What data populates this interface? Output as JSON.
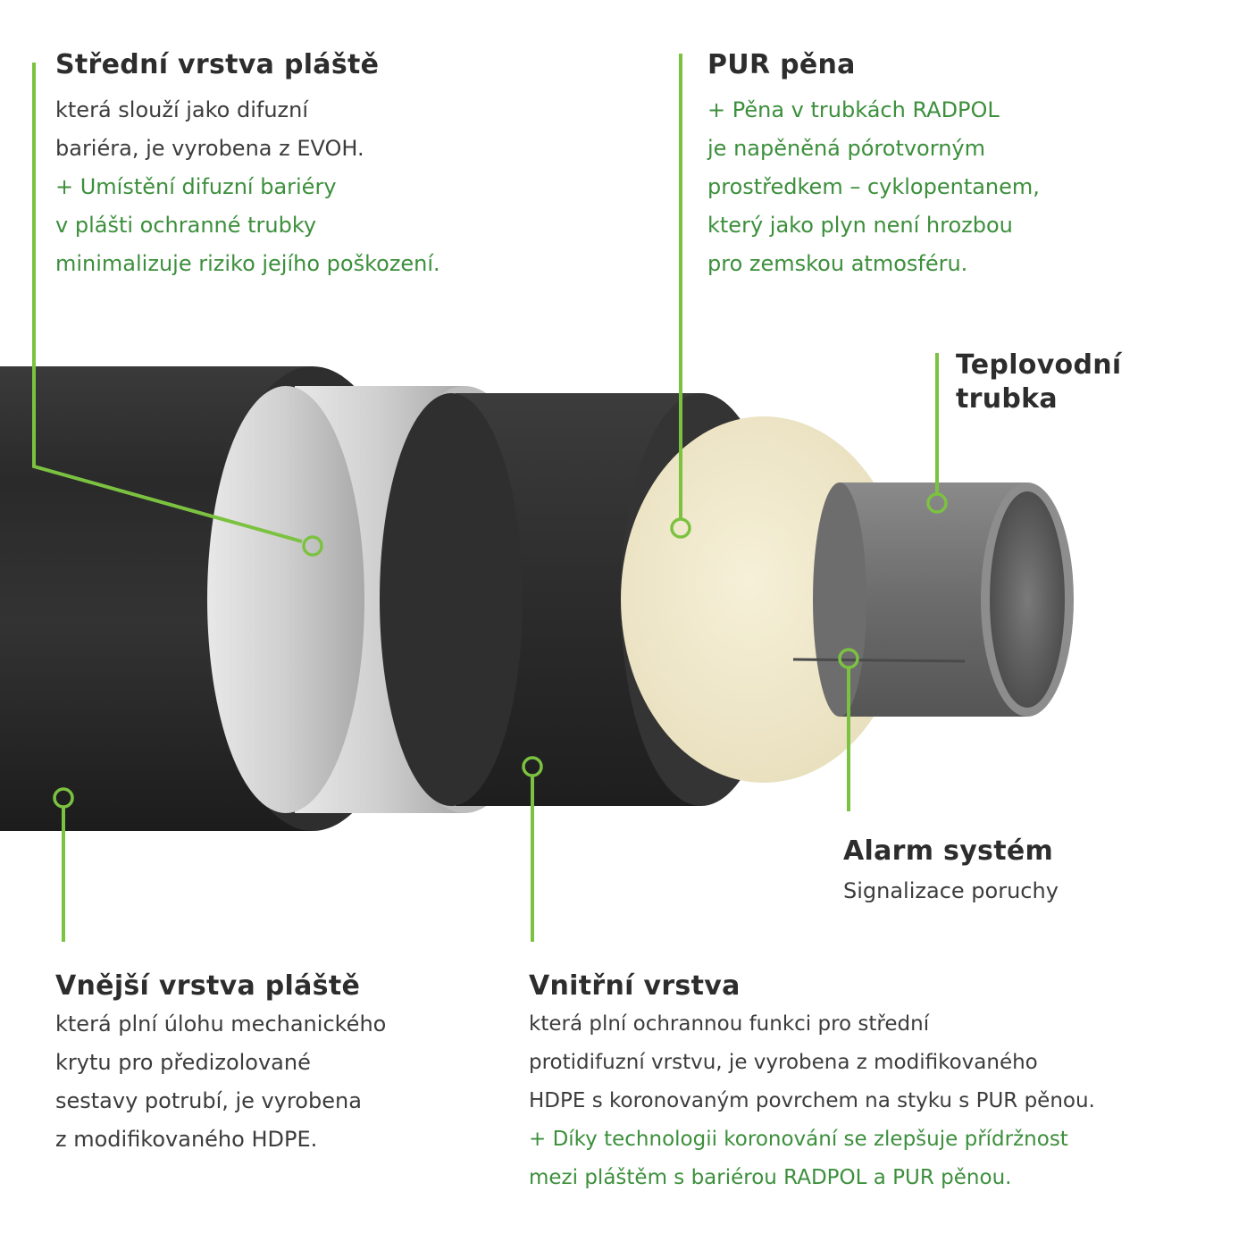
{
  "callouts": {
    "middle_layer": {
      "title": "Střední vrstva pláště",
      "text": "která slouží jako difuzní\nbariéra, je vyrobena z EVOH.",
      "note": "+ Umístění difuzní bariéry\nv plášti ochranné trubky\nminimalizuje riziko jejího poškození."
    },
    "pur_foam": {
      "title": "PUR pěna",
      "note": "+ Pěna v trubkách RADPOL\nje napěněná pórotvorným\nprostředkem – cyklopentanem,\nkterý jako plyn není hrozbou\npro zemskou atmosféru."
    },
    "water_pipe": {
      "title": "Teplovodní\ntrubka"
    },
    "alarm": {
      "title": "Alarm systém",
      "text": "Signalizace poruchy"
    },
    "outer_layer": {
      "title": "Vnější vrstva pláště",
      "text": "která plní úlohu mechanického\nkrytu pro předizolované\nsestavy potrubí, je vyrobena\nz modifikovaného HDPE."
    },
    "inner_layer": {
      "title": "Vnitřní vrstva",
      "text": "která plní ochrannou funkci pro střední\nprotidifuzní vrstvu, je vyrobena z modifikovaného\nHDPE s koronovaným povrchem na styku s PUR pěnou.",
      "note": "+ Díky technologii koronování se zlepšuje přídržnost\nmezi pláštěm s bariérou RADPOL a PUR pěnou."
    }
  },
  "colors": {
    "accent_green": "#7cc241",
    "note_green": "#3c8f3c",
    "outer_shell": "#262626",
    "barrier_silver": "#cfcfcf",
    "foam_cream": "#f1ead0",
    "steel_pipe": "#707070"
  }
}
